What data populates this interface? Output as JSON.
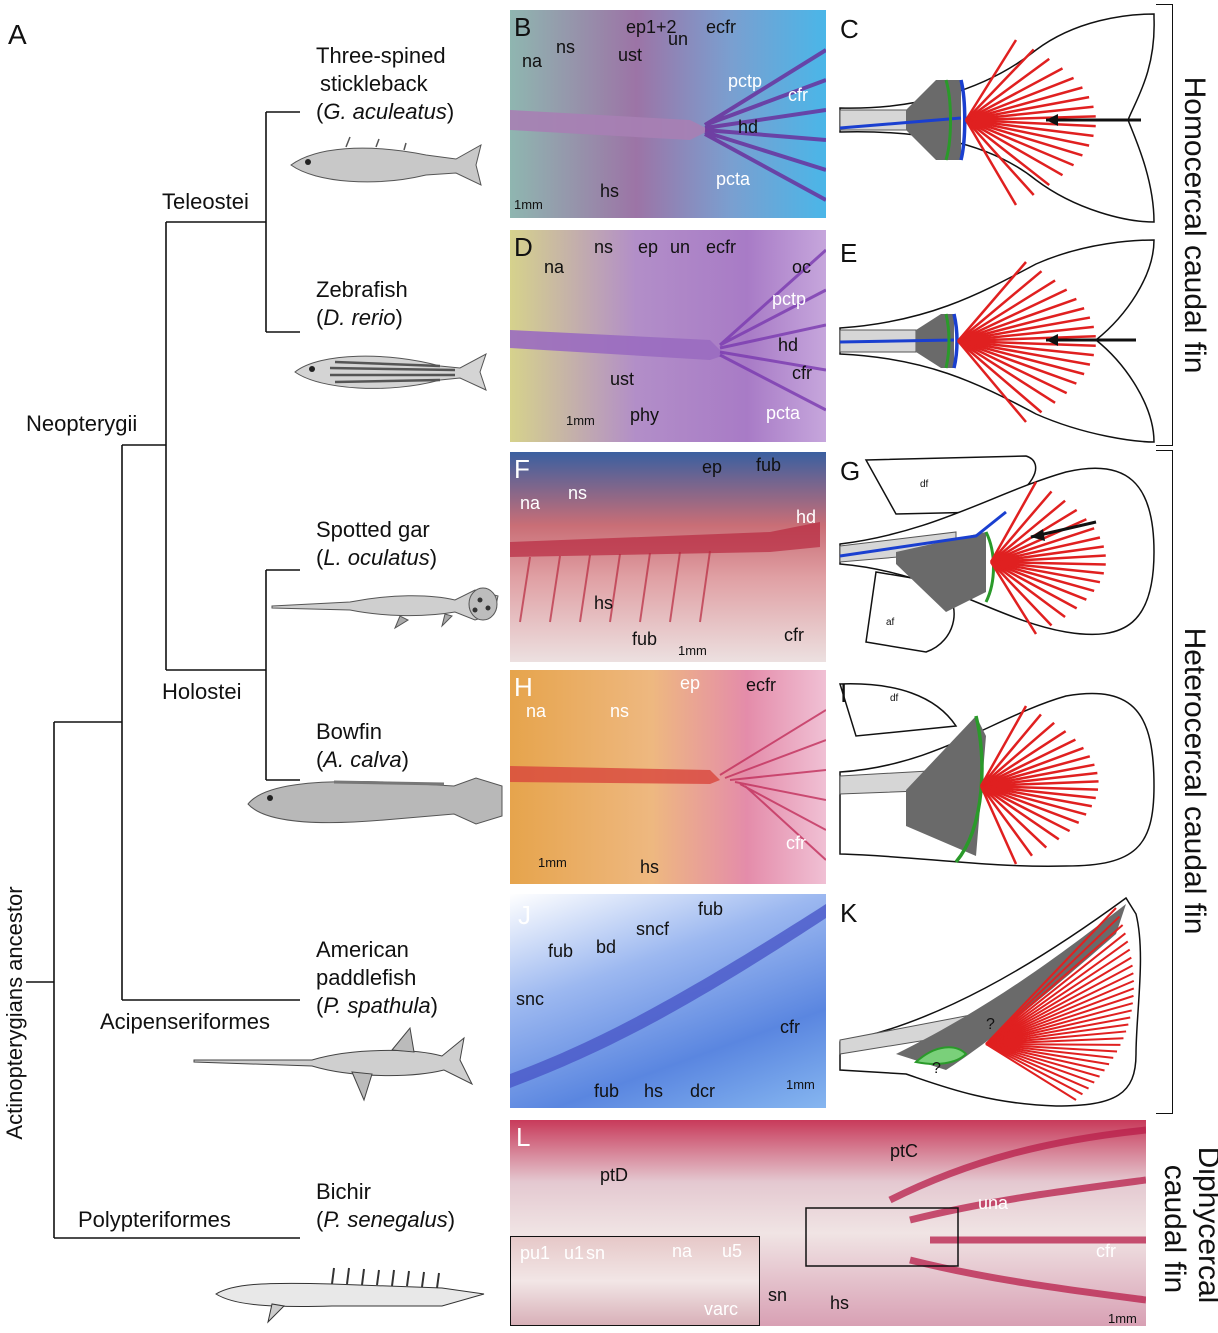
{
  "panels": {
    "A": "A",
    "B": "B",
    "C": "C",
    "D": "D",
    "E": "E",
    "F": "F",
    "G": "G",
    "H": "H",
    "I": "I",
    "J": "J",
    "K": "K",
    "L": "L"
  },
  "clades": {
    "ancestor": "Actinopterygians ancestor",
    "neopterygii": "Neopterygii",
    "teleostei": "Teleostei",
    "holostei": "Holostei",
    "acipenseriformes": "Acipenseriformes",
    "polypteriformes": "Polypteriformes"
  },
  "species": {
    "stickleback": {
      "common": "Three-spined",
      "common2": "stickleback",
      "sci_open": "(",
      "sci": "G. aculeatus",
      "sci_close": ")"
    },
    "zebrafish": {
      "common": "Zebrafish",
      "sci_open": "(",
      "sci": "D. rerio",
      "sci_close": ")"
    },
    "gar": {
      "common": "Spotted gar",
      "sci_open": "(",
      "sci": "L. oculatus",
      "sci_close": ")"
    },
    "bowfin": {
      "common": "Bowfin",
      "sci_open": "(",
      "sci": "A. calva",
      "sci_close": ")"
    },
    "paddlefish": {
      "common": "American",
      "common2": "paddlefish",
      "sci_open": "(",
      "sci": "P. spathula",
      "sci_close": ")"
    },
    "bichir": {
      "common": "Bichir",
      "sci_open": "(",
      "sci": "P. senegalus",
      "sci_close": ")"
    }
  },
  "fin_types": {
    "homocercal": "Homocercal caudal fin",
    "heterocercal": "Heterocercal caudal fin",
    "diphycercal1": "Diphycercal",
    "diphycercal2": "caudal fin"
  },
  "photo_labels": {
    "B": {
      "na": "na",
      "ns": "ns",
      "ep": "ep1+2",
      "ust": "ust",
      "un": "un",
      "ecfr": "ecfr",
      "pctp": "pctp",
      "cfr": "cfr",
      "hd": "hd",
      "hs": "hs",
      "pcta": "pcta",
      "scale": "1mm"
    },
    "D": {
      "na": "na",
      "ns": "ns",
      "ep": "ep",
      "un": "un",
      "ecfr": "ecfr",
      "oc": "oc",
      "pctp": "pctp",
      "hd": "hd",
      "cfr": "cfr",
      "ust": "ust",
      "phy": "phy",
      "pcta": "pcta",
      "scale": "1mm"
    },
    "F": {
      "ep": "ep",
      "fub": "fub",
      "na": "na",
      "ns": "ns",
      "hd": "hd",
      "hs": "hs",
      "fub2": "fub",
      "cfr": "cfr",
      "scale": "1mm"
    },
    "H": {
      "ep": "ep",
      "ecfr": "ecfr",
      "na": "na",
      "ns": "ns",
      "cfr": "cfr",
      "hs": "hs",
      "scale": "1mm"
    },
    "J": {
      "fub": "fub",
      "sncf": "sncf",
      "fub2": "fub",
      "bd": "bd",
      "snc": "snc",
      "cfr": "cfr",
      "fub3": "fub",
      "hs": "hs",
      "dcr": "dcr",
      "scale": "1mm"
    },
    "L": {
      "ptC": "ptC",
      "ptD": "ptD",
      "una": "una",
      "cfr": "cfr",
      "sn": "sn",
      "hs": "hs",
      "pu1": "pu1",
      "u1": "u1",
      "sn2": "sn",
      "na": "na",
      "u5": "u5",
      "varc": "varc",
      "scale": "1mm"
    }
  },
  "diagram_labels": {
    "G_df": "df",
    "G_af": "af",
    "I_df": "df",
    "K_q1": "?",
    "K_q2": "?"
  },
  "colors": {
    "ray": "#e02020",
    "hypural_blue": "#1a3fd0",
    "green": "#2a9a2a",
    "grey": "#6a6a6a",
    "lightgrey": "#d6d6d6"
  }
}
